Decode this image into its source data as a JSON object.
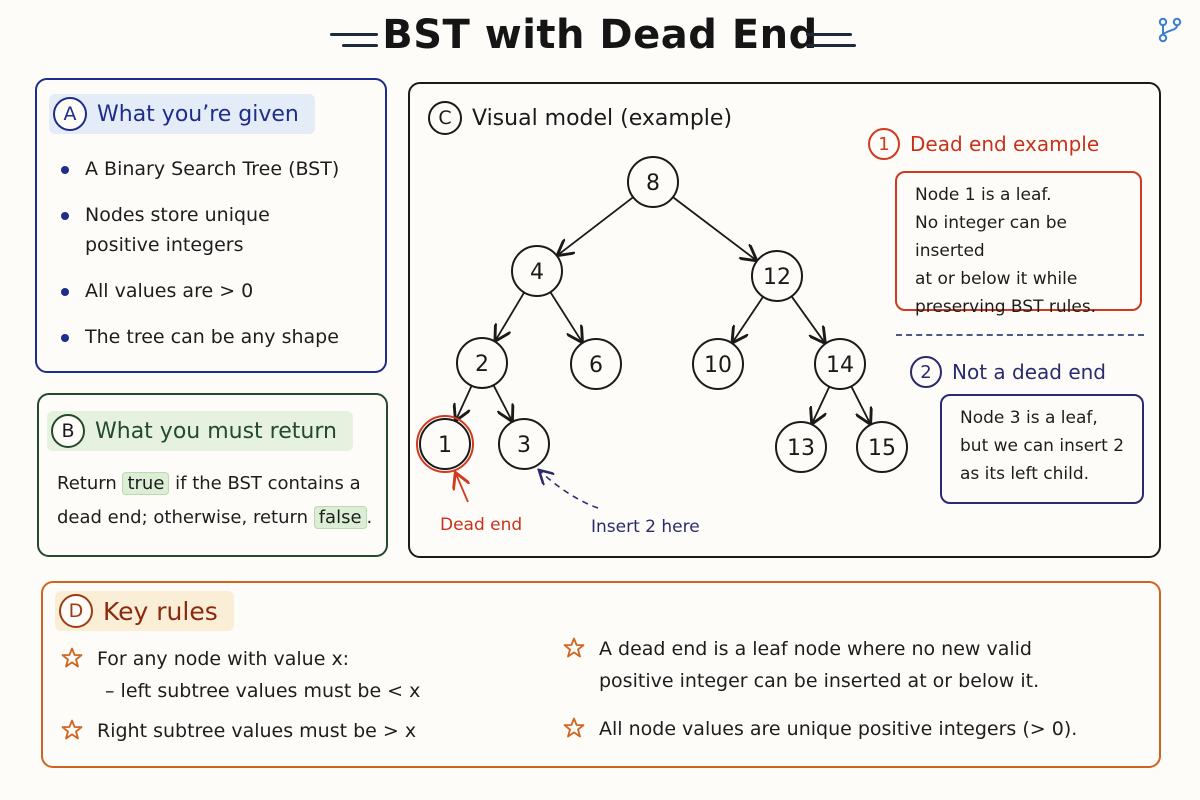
{
  "title": "BST with Dead End",
  "panel_a": {
    "letter": "A",
    "heading": "What you’re given",
    "items": [
      "A Binary Search Tree (BST)",
      "Nodes store unique positive integers",
      "All values are > 0",
      "The tree can be any shape"
    ]
  },
  "panel_b": {
    "letter": "B",
    "heading": "What you must return",
    "text_1": "Return",
    "true_word": "true",
    "text_2": "if the BST contains a dead end; otherwise, return",
    "false_word": "false",
    "text_3": "."
  },
  "panel_c": {
    "letter": "C",
    "heading": "Visual model (example)",
    "nodes": [
      "8",
      "4",
      "12",
      "2",
      "6",
      "10",
      "14",
      "1",
      "3",
      "13",
      "15"
    ],
    "dead_end_caption": "Dead end",
    "insert_caption": "Insert 2 here",
    "dead_end": {
      "num": "1",
      "heading": "Dead end example",
      "lines": [
        "Node 1 is a leaf.",
        "No integer can be inserted",
        "at or below it while",
        "preserving BST rules."
      ]
    },
    "not_dead_end": {
      "num": "2",
      "heading": "Not a dead end",
      "lines": [
        "Node 3 is a leaf,",
        "but we can insert 2",
        "as its left child."
      ]
    }
  },
  "panel_d": {
    "letter": "D",
    "heading": "Key rules",
    "rule_1": "For any node with value x:",
    "rule_1_sub": "– left subtree values must be < x",
    "rule_2": "Right subtree values must be > x",
    "rule_3_line_1": "A dead end is a leaf node where no new valid",
    "rule_3_line_2": "positive integer can be inserted at or below it.",
    "rule_4": "All node values are unique positive integers (> 0)."
  },
  "colors": {
    "given_blue": "#1f2d8a",
    "return_green": "#244a2c",
    "dead_end_red": "#d03a1f",
    "not_dead_navy": "#2a2a6e",
    "rules_orange": "#d0641f"
  }
}
